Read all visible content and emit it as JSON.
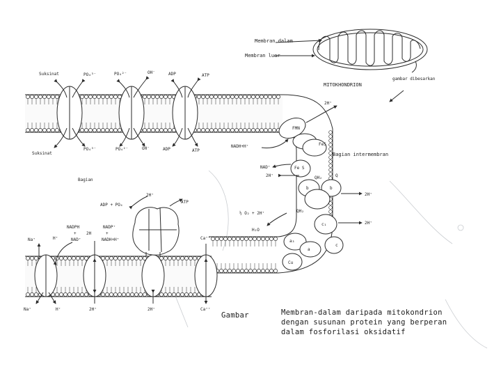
{
  "mitochondrion": {
    "inner_membrane_label": "Membran dalam",
    "outer_membrane_label": "Membran luar",
    "name_label": "MITOKHONDRION",
    "enlarged_label": "gambar dibesarkan"
  },
  "top_membrane": {
    "top_labels": [
      "Suksinat",
      "PO₄³⁻",
      "PO₄²⁻",
      "OH⁻",
      "ADP",
      "ATP"
    ],
    "bottom_labels": [
      "Suksinat",
      "PO₄³⁻",
      "PO₄²⁻",
      "OH⁻",
      "ADP",
      "ATP"
    ]
  },
  "intermembrane_label": "Bagian intermembran",
  "chain": {
    "h_out_top": "2H⁺",
    "nadh": "NADH+H⁺",
    "fmn": "FMN",
    "fe_s": "FeS",
    "fes_label": "Fe S",
    "nad": "NAD⁺",
    "two_h": "2H⁺",
    "q": "Q",
    "qh2": "QH₂",
    "b1": "b",
    "b2": "b",
    "h_out_mid": "2H⁺",
    "half_o2": "½ O₂ + 2H⁺",
    "qh2_lower": "QH₂",
    "c1": "c₁",
    "h_out_low": "2H⁺",
    "h2o": "H₂O",
    "c": "c",
    "a3": "a₃",
    "a": "a",
    "cu": "Cu"
  },
  "bottom_membrane": {
    "matrix_label": "Bagian",
    "atp_synthase": {
      "adp_po4": "ADP + PO₄",
      "atp": "ATP",
      "h_in": "2H⁺",
      "h_out": "2H⁺"
    },
    "transhydrogenase": {
      "nadph": "NADPH",
      "nadp": "NADP⁺",
      "nad": "NAD⁺",
      "nadh": "NADH+H⁺",
      "two_h": "2H",
      "plus1": "+",
      "plus2": "+",
      "h_out": "2H⁺"
    },
    "na_label_top": "Na⁺",
    "h_label_top": "H⁺",
    "na_label_bottom": "Na⁺",
    "h_label_bottom": "H⁺",
    "ca_label_top": "Ca⁺⁺",
    "ca_label_bottom": "Ca⁺⁺"
  },
  "caption": {
    "gambar": "Gambar",
    "line1": "Membran-dalam daripada mitokondrion",
    "line2": "dengan susunan protein yang berperan",
    "line3": "dalam fosforilasi oksidatif"
  }
}
